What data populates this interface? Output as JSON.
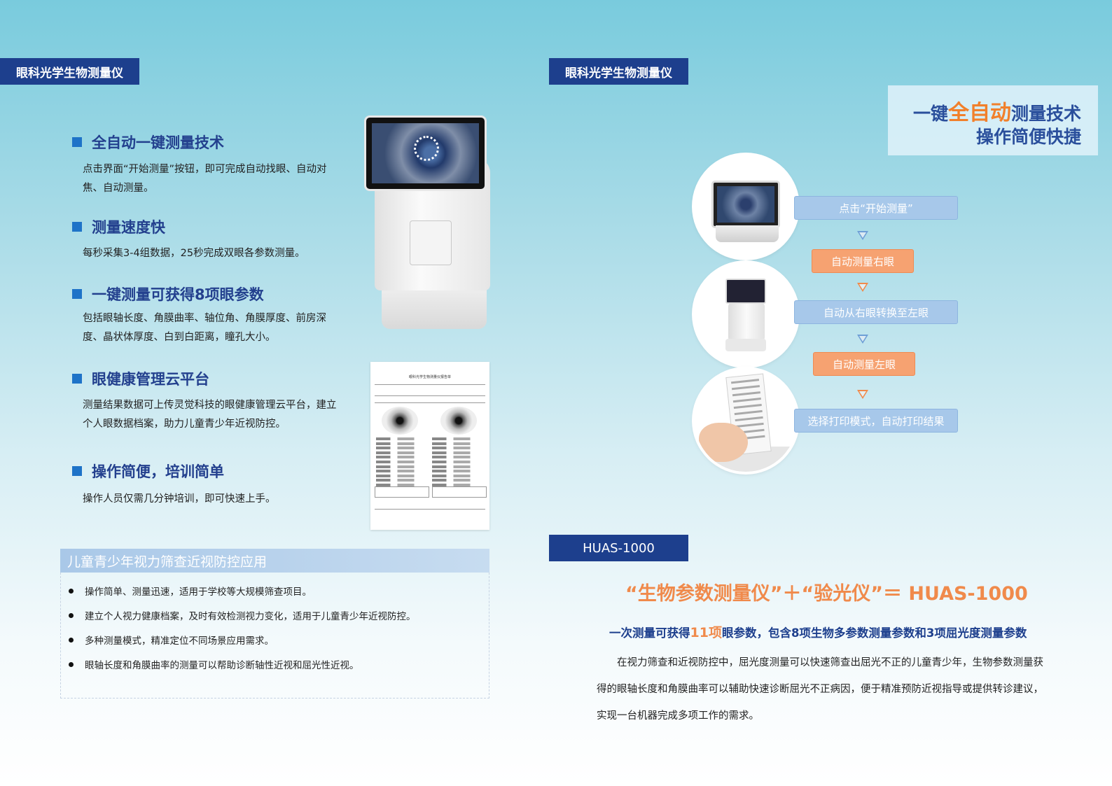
{
  "left": {
    "tag": "眼科光学生物测量仪",
    "features": [
      {
        "title": "全自动一键测量技术",
        "body": "点击界面“开始测量”按钮，即可完成自动找眼、自动对焦、自动测量。"
      },
      {
        "title": "测量速度快",
        "body": "每秒采集3-4组数据，25秒完成双眼各参数测量。"
      },
      {
        "title": "一键测量可获得8项眼参数",
        "body": "包括眼轴长度、角膜曲率、轴位角、角膜厚度、前房深度、晶状体厚度、白到白距离，瞳孔大小。"
      },
      {
        "title": "眼健康管理云平台",
        "body": "测量结果数据可上传灵觉科技的眼健康管理云平台，建立个人眼数据档案，助力儿童青少年近视防控。"
      },
      {
        "title": "操作简便，培训简单",
        "body": "操作人员仅需几分钟培训，即可快速上手。"
      }
    ],
    "report_title": "眼科光学生物测量仪报告单",
    "application": {
      "title": "儿童青少年视力筛查近视防控应用",
      "items": [
        "操作简单、测量迅速，适用于学校等大规模筛查项目。",
        "建立个人视力健康档案，及时有效检测视力变化，适用于儿童青少年近视防控。",
        "多种测量模式，精准定位不同场景应用需求。",
        "眼轴长度和角膜曲率的测量可以帮助诊断轴性近视和屈光性近视。"
      ]
    }
  },
  "right": {
    "tag": "眼科光学生物测量仪",
    "slogan": {
      "prefix": "一键",
      "highlight": "全自动",
      "suffix": "测量技术",
      "line2": "操作简便快捷"
    },
    "steps": [
      {
        "label": "点击“开始测量”",
        "style": "blue"
      },
      {
        "label": "自动测量右眼",
        "style": "orange"
      },
      {
        "label": "自动从右眼转换至左眼",
        "style": "blue"
      },
      {
        "label": "自动测量左眼",
        "style": "orange"
      },
      {
        "label": "选择打印模式，自动打印结果",
        "style": "blue"
      }
    ],
    "model": "HUAS-1000",
    "formula": "“生物参数测量仪”＋“验光仪”＝ HUAS-1000",
    "summary": {
      "prefix": "一次测量可获得",
      "highlight": "11项",
      "suffix": "眼参数，包含8项生物多参数测量参数和3项屈光度测量参数"
    },
    "paragraph": "在视力筛查和近视防控中，屈光度测量可以快速筛查出屈光不正的儿童青少年，生物参数测量获得的眼轴长度和角膜曲率可以辅助快速诊断屈光不正病因，便于精准预防近视指导或提供转诊建议，实现一台机器完成多项工作的需求。"
  },
  "colors": {
    "navy": "#1d3f8d",
    "accent_orange": "#f08a4b",
    "step_blue": "#a7c8ea",
    "step_orange": "#f6a271",
    "bullet_square": "#1e73c8"
  }
}
